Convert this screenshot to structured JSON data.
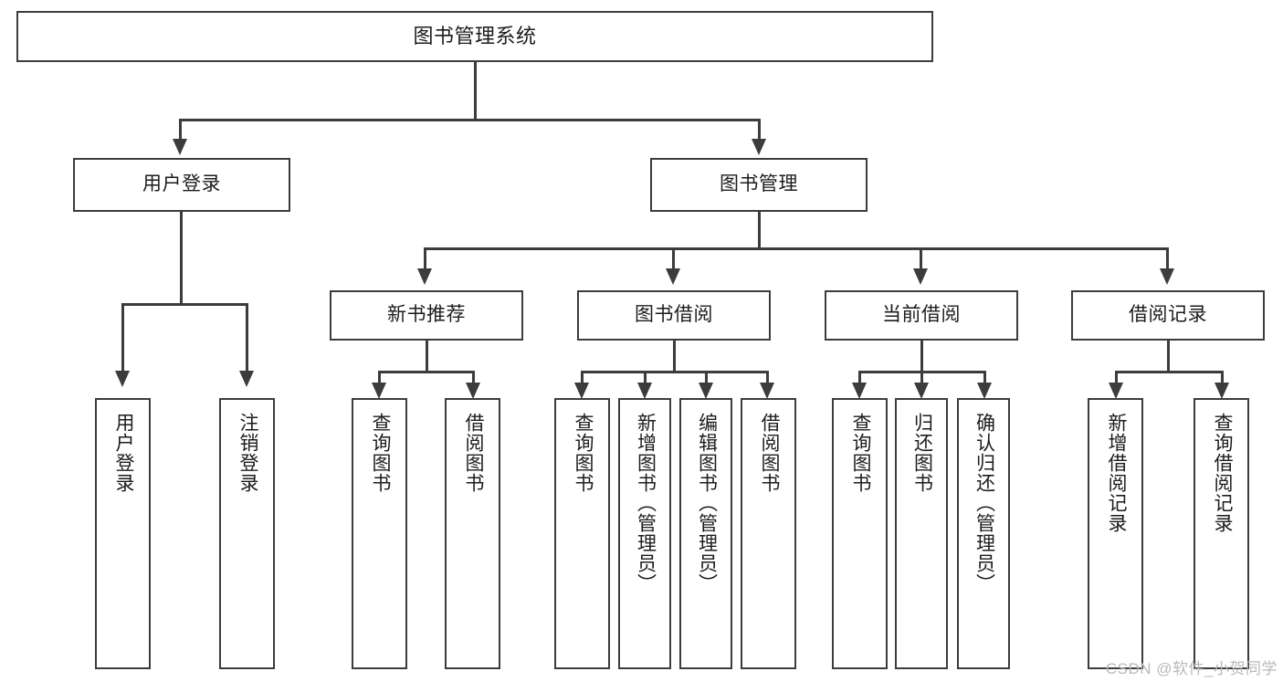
{
  "diagram": {
    "title": "图书管理系统",
    "watermark": "CSDN @软件_小贺同学",
    "root": {
      "label": "图书管理系统"
    },
    "level2": [
      {
        "label": "用户登录"
      },
      {
        "label": "图书管理"
      }
    ],
    "level3": [
      {
        "label": "新书推荐"
      },
      {
        "label": "图书借阅"
      },
      {
        "label": "当前借阅"
      },
      {
        "label": "借阅记录"
      }
    ],
    "leaves": [
      {
        "label": "用户登录",
        "parent": "用户登录"
      },
      {
        "label": "注销登录",
        "parent": "用户登录"
      },
      {
        "label": "查询图书",
        "parent": "新书推荐"
      },
      {
        "label": "借阅图书",
        "parent": "新书推荐"
      },
      {
        "label": "查询图书",
        "parent": "图书借阅"
      },
      {
        "label": "新增图书（管理员）",
        "parent": "图书借阅"
      },
      {
        "label": "编辑图书（管理员）",
        "parent": "图书借阅"
      },
      {
        "label": "借阅图书",
        "parent": "图书借阅"
      },
      {
        "label": "查询图书",
        "parent": "当前借阅"
      },
      {
        "label": "归还图书",
        "parent": "当前借阅"
      },
      {
        "label": "确认归还（管理员）",
        "parent": "当前借阅"
      },
      {
        "label": "新增借阅记录",
        "parent": "借阅记录"
      },
      {
        "label": "查询借阅记录",
        "parent": "借阅记录"
      }
    ],
    "colors": {
      "stroke": "#3c3c3c",
      "fill": "#ffffff",
      "text": "#1c1c1c",
      "watermark": "#b9b9b9"
    }
  }
}
